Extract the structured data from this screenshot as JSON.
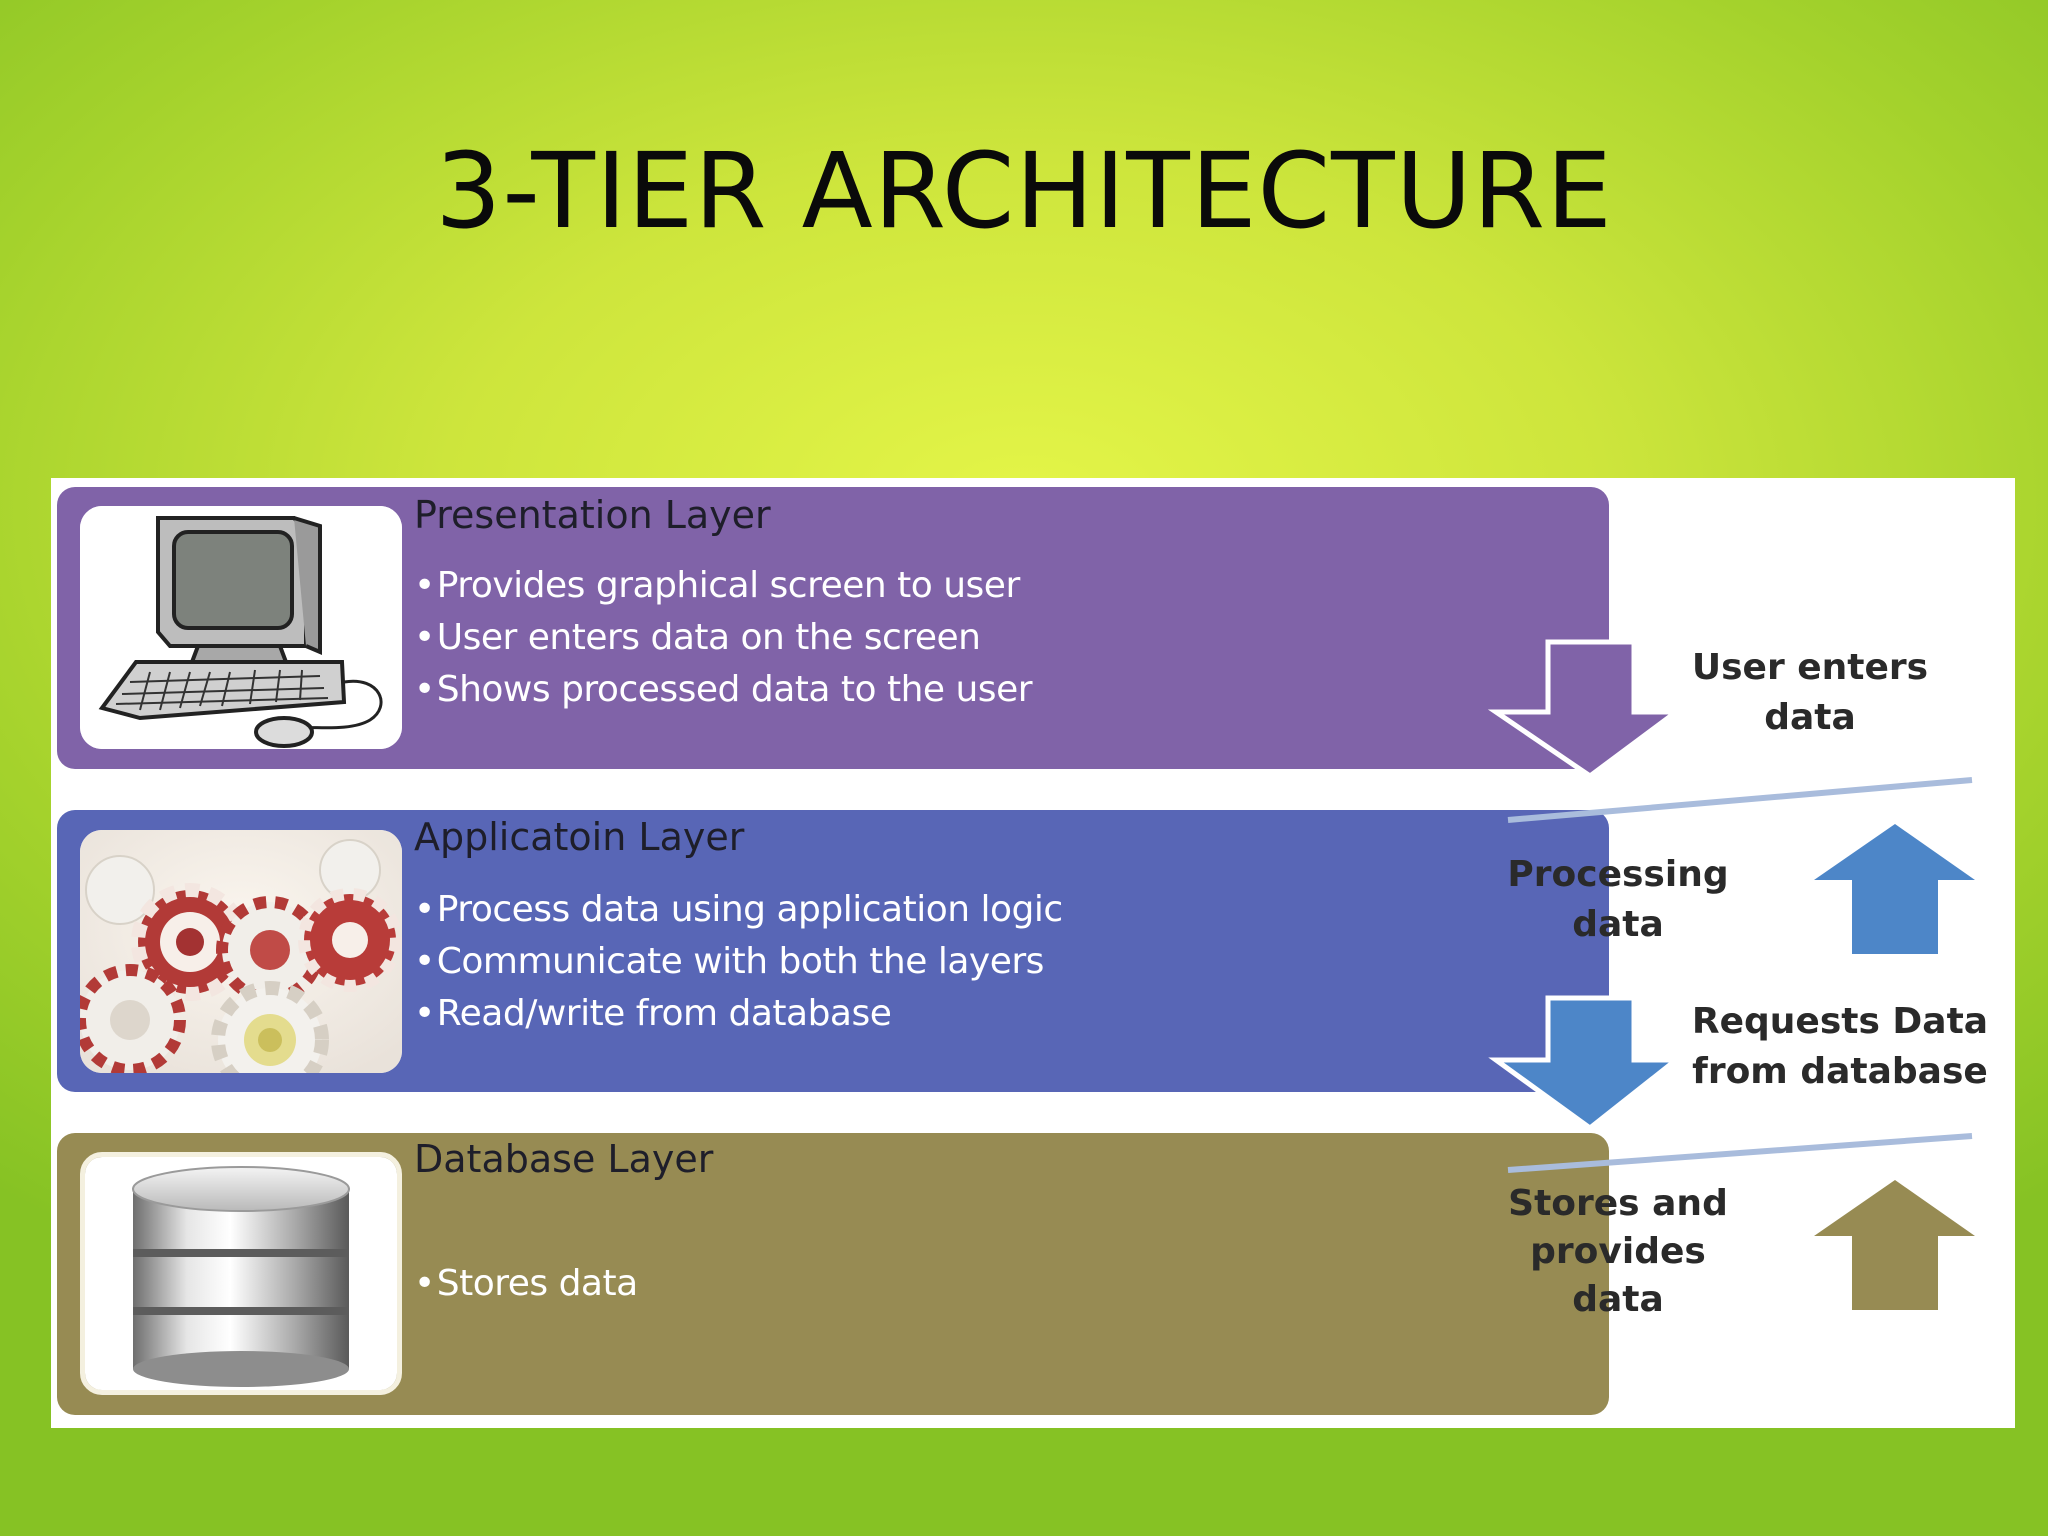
{
  "slide": {
    "title": "3-TIER ARCHITECTURE"
  },
  "layers": [
    {
      "name": "Presentation Layer",
      "bullets": [
        "Provides graphical screen to user",
        "User enters data on the screen",
        "Shows processed data to the user"
      ],
      "color": "#8063a8",
      "image": "computer-icon"
    },
    {
      "name": "Applicatoin Layer",
      "bullets": [
        "Process data using application  logic",
        "Communicate with both the layers",
        "Read/write from database"
      ],
      "color": "#5866b6",
      "image": "gears-icon"
    },
    {
      "name": "Database Layer",
      "bullets": [
        "Stores data"
      ],
      "color": "#978b53",
      "image": "database-icon"
    }
  ],
  "flow_labels": {
    "user_enters": "User enters\ndata",
    "processing": "Processing\ndata",
    "requests": "Requests Data\nfrom database",
    "stores": "Stores and\nprovides\ndata"
  },
  "colors": {
    "background": "#c6e23a",
    "arrow_purple": "#8063a8",
    "arrow_blue": "#4d86c8",
    "arrow_olive": "#978b53"
  }
}
